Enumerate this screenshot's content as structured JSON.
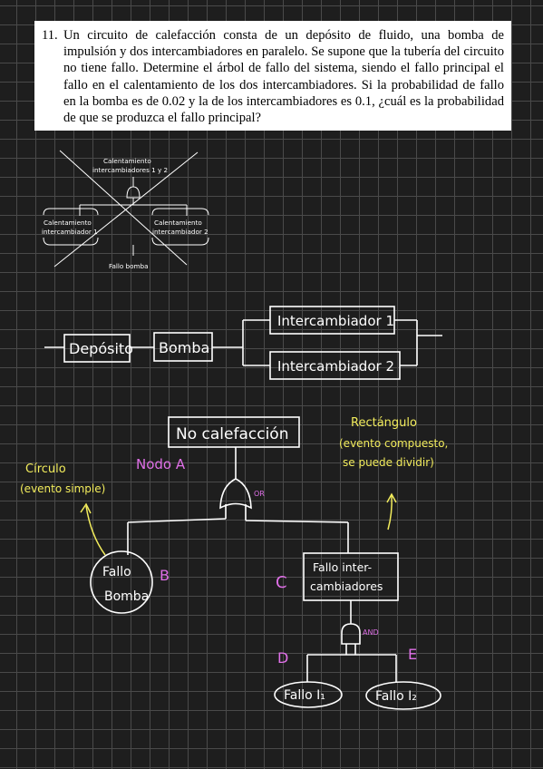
{
  "problem": {
    "number": "11.",
    "text": "Un circuito de calefacción consta de un depósito de fluido, una bomba de impulsión y dos intercambiadores en paralelo. Se supone que la tubería del circuito no tiene fallo. Determine el árbol de fallo del sistema, siendo el fallo principal el fallo en el calentamiento de los dos intercambiadores. Si la probabilidad de fallo en la bomba es de 0.02 y la de los intercambiadores es 0.1, ¿cuál es la probabilidad de que se produzca el fallo principal?"
  },
  "crossed_sketch": {
    "top_line1": "Calentamiento",
    "top_line2": "intercambiadores 1 y 2",
    "left_line1": "Calentamiento",
    "left_line2": "intercambiador 1",
    "right_line1": "Calentamiento",
    "right_line2": "intercambiador 2",
    "bottom": "Fallo bomba"
  },
  "block_diagram": {
    "deposito": "Depósito",
    "bomba": "Bomba",
    "intercambiador1": "Intercambiador 1",
    "intercambiador2": "Intercambiador 2"
  },
  "fault_tree": {
    "top_event": "No calefacción",
    "node_a": "Nodo A",
    "or_gate": "OR",
    "fallo_bomba_1": "Fallo",
    "fallo_bomba_2": "Bomba",
    "label_b": "B",
    "label_c": "C",
    "fallo_inter_1": "Fallo inter-",
    "fallo_inter_2": "cambiadores",
    "and_gate": "AND",
    "label_d": "D",
    "label_e": "E",
    "fallo_i1": "Fallo I₁",
    "fallo_i2": "Fallo I₂"
  },
  "annotations": {
    "circulo_1": "Círculo",
    "circulo_2": "(evento simple)",
    "rect_1": "Rectángulo",
    "rect_2": "(evento compuesto,",
    "rect_3": "se puede dividir)"
  },
  "colors": {
    "ink": "#ffffff",
    "pink": "#e070e8",
    "yellow": "#f2ec5c"
  }
}
